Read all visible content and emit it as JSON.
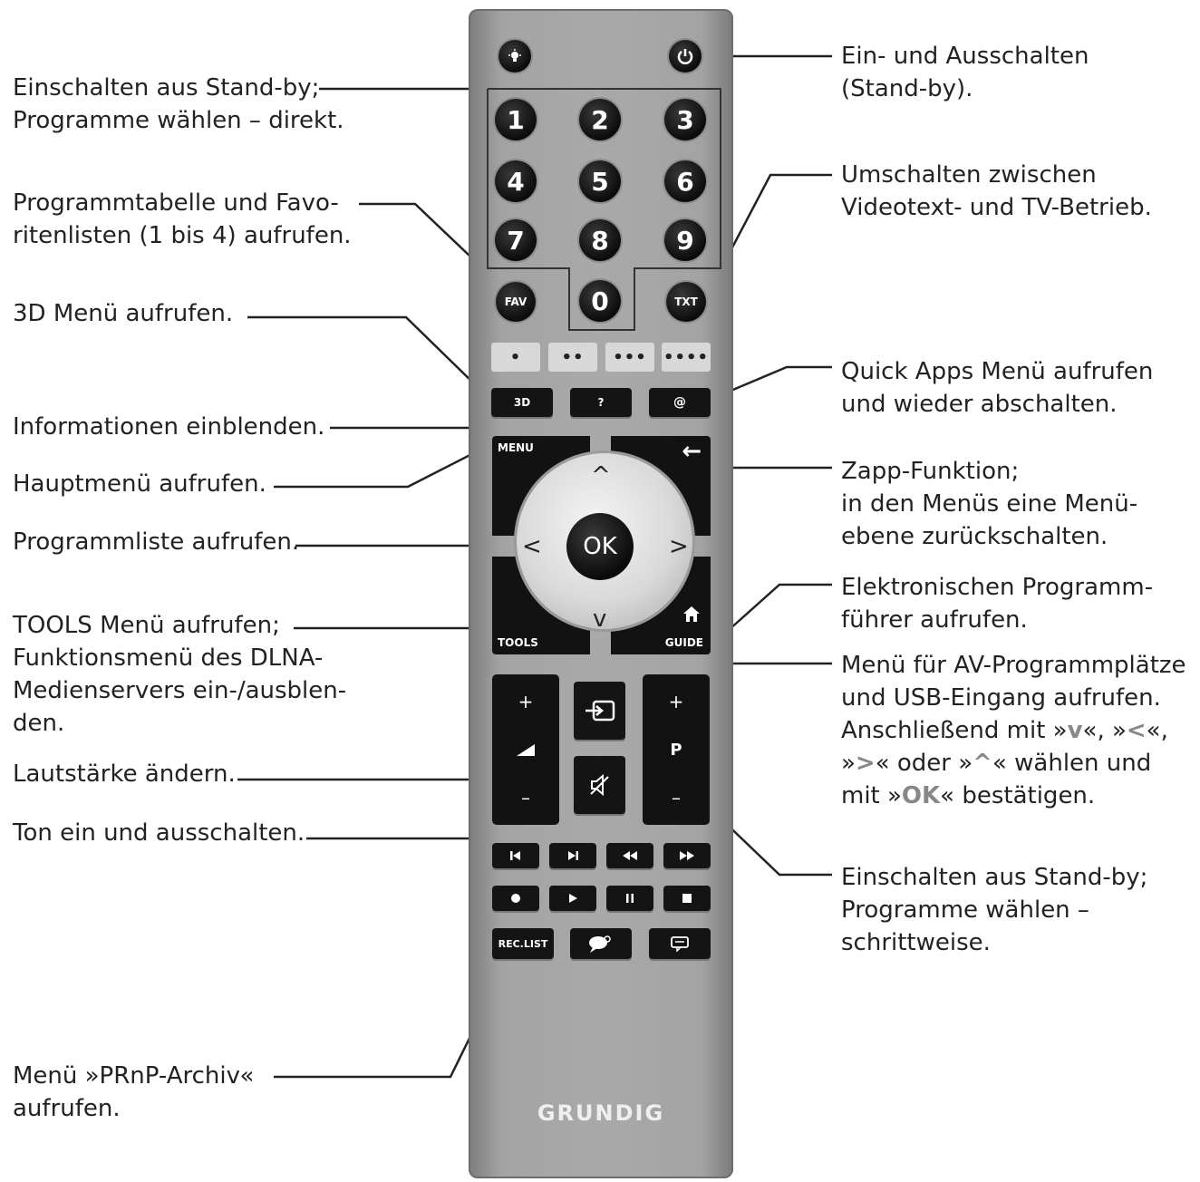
{
  "labels_left": {
    "standby_direct": [
      "Einschalten aus Stand-by;",
      " Programme  wählen – direkt."
    ],
    "fav": [
      "Programmtabelle  und  Favo-",
      "ritenlisten (1 bis 4) aufrufen."
    ],
    "menu_3d": [
      "3D Menü aufrufen."
    ],
    "info": [
      "Informationen einblenden."
    ],
    "main_menu": [
      "Hauptmenü aufrufen."
    ],
    "channel_list": [
      "Programmliste aufrufen."
    ],
    "tools": [
      "TOOLS Menü aufrufen;",
      "Funktionsmenü des DLNA-",
      "Medienservers ein-/ausblen-",
      "den."
    ],
    "volume": [
      "Lautstärke ändern."
    ],
    "mute": [
      "Ton ein und ausschalten."
    ],
    "prnp": [
      "Menü »PRnP-Archiv«",
      "aufrufen."
    ]
  },
  "labels_right": {
    "power": [
      "Ein- und Ausschalten",
      "(Stand-by)."
    ],
    "txt": [
      "Umschalten zwischen",
      "Videotext- und TV-Betrieb."
    ],
    "quick_apps": [
      "Quick Apps Menü aufrufen",
      "und wieder abschalten."
    ],
    "zapp": [
      " Zapp-Funktion;",
      "in den Menüs eine Menü-",
      "ebene zurückschalten."
    ],
    "epg": [
      "Elektronischen Programm-",
      "führer aufrufen."
    ],
    "av_line1": " Menü für AV-Programmplätze",
    "av_line2": "und USB-Eingang aufrufen.",
    "av_line3_pre": "Anschließend mit »",
    "av_down": "v",
    "av_mid1": "«, »",
    "av_left": "<",
    "av_mid2": "«,",
    "av_line4_pre": "»",
    "av_right": ">",
    "av_line4_mid": "« oder »",
    "av_up": "^",
    "av_line4_post": "« wählen und",
    "av_line5_pre": "mit »",
    "av_ok": "OK",
    "av_line5_post": "« bestätigen.",
    "standby_step": [
      "Einschalten aus Stand-by;",
      " Programme  wählen  –",
      "schrittweise."
    ]
  },
  "remote": {
    "digits": [
      "1",
      "2",
      "3",
      "4",
      "5",
      "6",
      "7",
      "8",
      "9",
      "0"
    ],
    "fav": "FAV",
    "txt": "TXT",
    "colors": [
      "•",
      "••",
      "•••",
      "••••"
    ],
    "btn_3d": "3D",
    "btn_info": "?",
    "btn_apps": "@",
    "menu": "MENU",
    "back": "←",
    "tools": "TOOLS",
    "guide": "GUIDE",
    "ok": "OK",
    "arrow_up": "^",
    "arrow_down": "v",
    "arrow_left": "<",
    "arrow_right": ">",
    "plus": "+",
    "minus": "–",
    "p": "P",
    "rec_list": "REC.LIST",
    "brand": "GRUNDIG"
  },
  "icons": {
    "power": "power-icon",
    "light": "backlight-icon",
    "source": "source-icon",
    "mute": "mute-icon",
    "volume": "volume-icon",
    "home": "home-icon"
  }
}
